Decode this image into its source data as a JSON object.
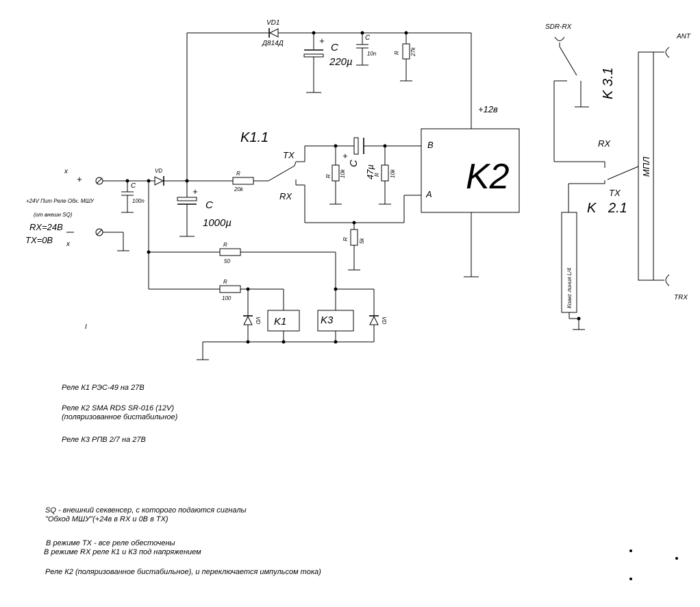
{
  "labels": {
    "vd1": "VD1",
    "d814": "Д814Д",
    "plus": "+",
    "c": "C",
    "c220": "220µ",
    "c10n": "10n",
    "r": "R",
    "r27k": "27k",
    "p12v": "+12в",
    "k11": "K1.1",
    "tx": "TX",
    "rx": "RX",
    "c47": "47µ",
    "r10k": "10k",
    "pin_b": "B",
    "pin_a": "A",
    "k2": "K2",
    "x": "x",
    "vd": "VD",
    "c100n": "100n",
    "r20k": "20k",
    "c1000": "1000µ",
    "r5k": "5k",
    "r50": "50",
    "r100": "100",
    "k1": "K1",
    "k3": "K3",
    "supply1": "+24V Пит Реле Обх. МШУ",
    "supply2": "(от внешн SQ)",
    "rx24": "RX=24B",
    "tx0": "TX=0B",
    "sdr_rx": "SDR-RX",
    "k31": "K  3.1",
    "k21_k": "K",
    "k21": "2.1",
    "coax": "Коакс линия L/4",
    "mpl": "МПЛ",
    "ant": "ANT",
    "trx": "TRX",
    "tick": "I"
  },
  "notes": {
    "relay_k1": "Реле К1  РЭС-49 на 27В",
    "relay_k2_a": "Реле К2   SMA RDS SR-016  (12V)",
    "relay_k2_b": "(поляризованное бистабильное)",
    "relay_k3": "Реле К3  РПВ 2/7   на 27В",
    "sq_a": "SQ - внешний секвенсер, с которого подаются сигналы",
    "sq_b": "\"Обход МШУ\"(+24в в RX и 0В в TX)",
    "mode_tx": " В режиме ТХ - все реле обесточены",
    "mode_rx": "В режиме RX  реле К1 и К3 под напряжением",
    "k2_pulse": "Реле К2 (поляризованное бистабильное),  и переключается импульсом тока)"
  }
}
